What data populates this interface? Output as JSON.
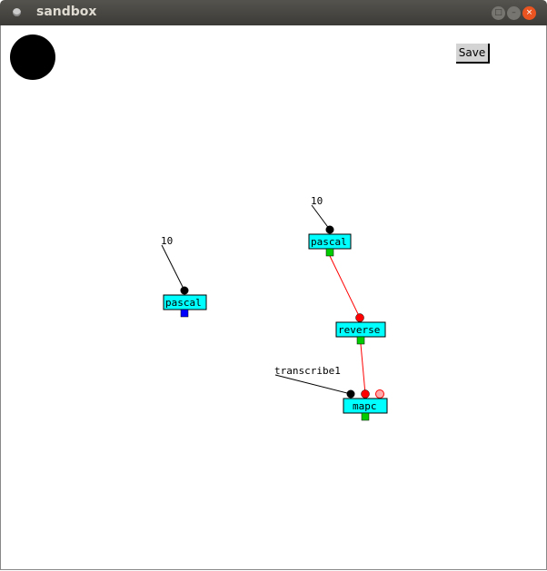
{
  "window": {
    "title": "sandbox"
  },
  "toolbar": {
    "save_label": "Save"
  },
  "canvas": {
    "nodes": [
      {
        "label": "pascal",
        "input_value": "10"
      },
      {
        "label": "pascal",
        "input_value": "10"
      },
      {
        "label": "reverse"
      },
      {
        "label": "mapc",
        "input_value": "transcribe1"
      }
    ]
  },
  "colors": {
    "node": "#00ffff",
    "outlet": "#00cc00",
    "outlet_alt": "#0000ff",
    "wire": "#ff0000",
    "inlet_active": "#ff0000",
    "inlet_optional": "#ffaaaa"
  }
}
